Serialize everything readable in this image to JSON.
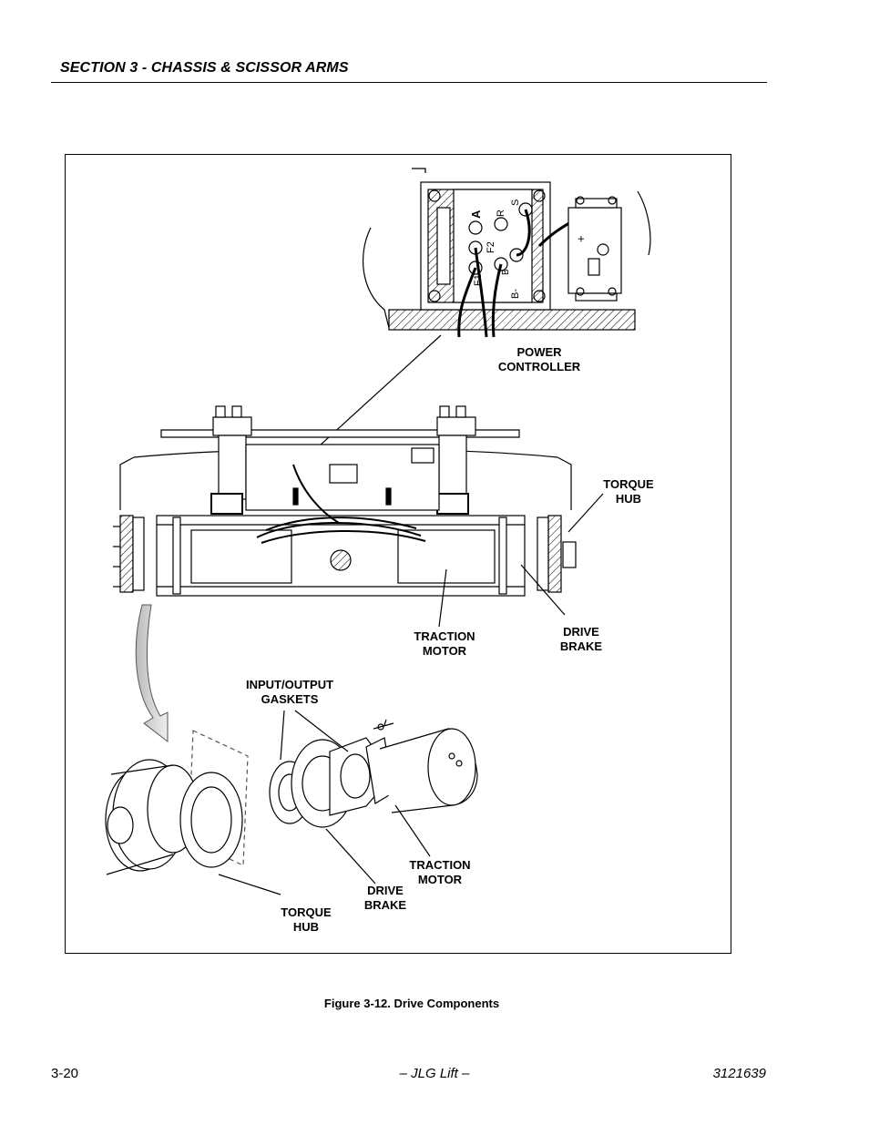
{
  "header": {
    "section_title": "SECTION 3 - CHASSIS & SCISSOR ARMS"
  },
  "figure": {
    "controller_terminals": [
      "A",
      "R",
      "S",
      "F2",
      "F1",
      "B",
      "B-",
      "+"
    ],
    "labels": {
      "power_controller": [
        "POWER",
        "CONTROLLER"
      ],
      "torque_hub_top": [
        "TORQUE",
        "HUB"
      ],
      "traction_motor_top": [
        "TRACTION",
        "MOTOR"
      ],
      "drive_brake_top": [
        "DRIVE",
        "BRAKE"
      ],
      "gaskets": [
        "INPUT/OUTPUT",
        "GASKETS"
      ],
      "traction_motor_bottom": [
        "TRACTION",
        "MOTOR"
      ],
      "drive_brake_bottom": [
        "DRIVE",
        "BRAKE"
      ],
      "torque_hub_bottom": [
        "TORQUE",
        "HUB"
      ]
    }
  },
  "caption": "Figure 3-12.  Drive Components",
  "footer": {
    "page_number": "3-20",
    "center": "– JLG Lift –",
    "doc_number": "3121639"
  }
}
